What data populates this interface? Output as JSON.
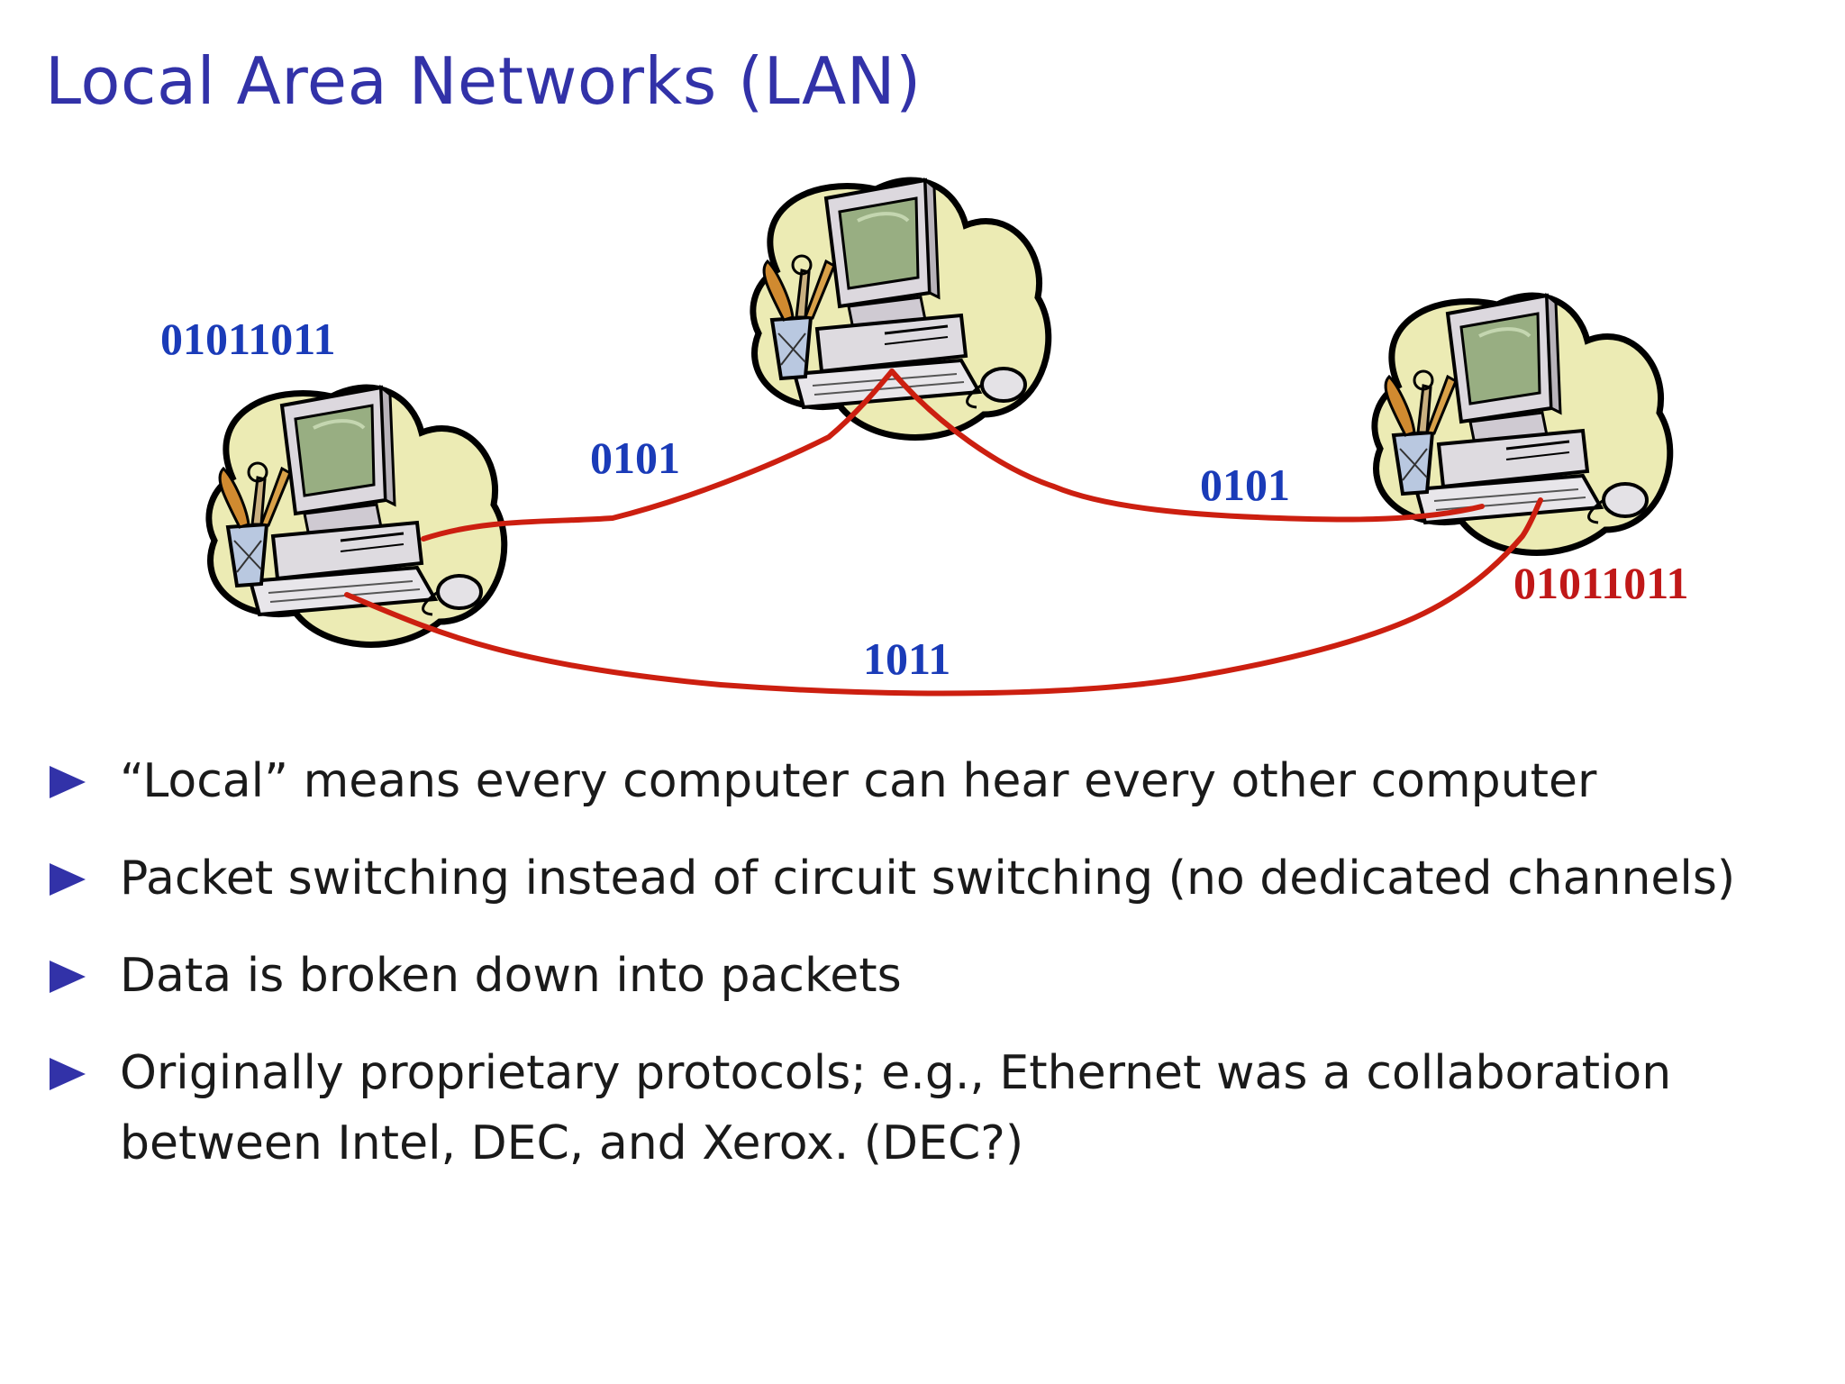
{
  "slide": {
    "title": "Local Area Networks (LAN)"
  },
  "diagram": {
    "nodes": [
      {
        "name": "left-computer",
        "label": "01011011",
        "label_color": "#1a3bb8"
      },
      {
        "name": "top-computer",
        "label": ""
      },
      {
        "name": "right-computer",
        "label": "01011011",
        "label_color": "#c01818"
      }
    ],
    "links": [
      {
        "from": "left-computer",
        "to": "top-computer",
        "label": "0101"
      },
      {
        "from": "top-computer",
        "to": "right-computer",
        "label": "0101"
      },
      {
        "from": "left-computer",
        "to": "right-computer",
        "label": "1011"
      }
    ],
    "cable_color": "#cc1f10",
    "icons": [
      "computer-icon",
      "pencil-cup-icon",
      "mouse-icon",
      "keyboard-icon"
    ]
  },
  "bullets": [
    "“Local” means every computer can hear every other computer",
    "Packet switching instead of circuit switching (no dedicated channels)",
    "Data is broken down into packets",
    "Originally proprietary protocols; e.g., Ethernet was a collaboration between Intel, DEC, and Xerox. (DEC?)"
  ]
}
